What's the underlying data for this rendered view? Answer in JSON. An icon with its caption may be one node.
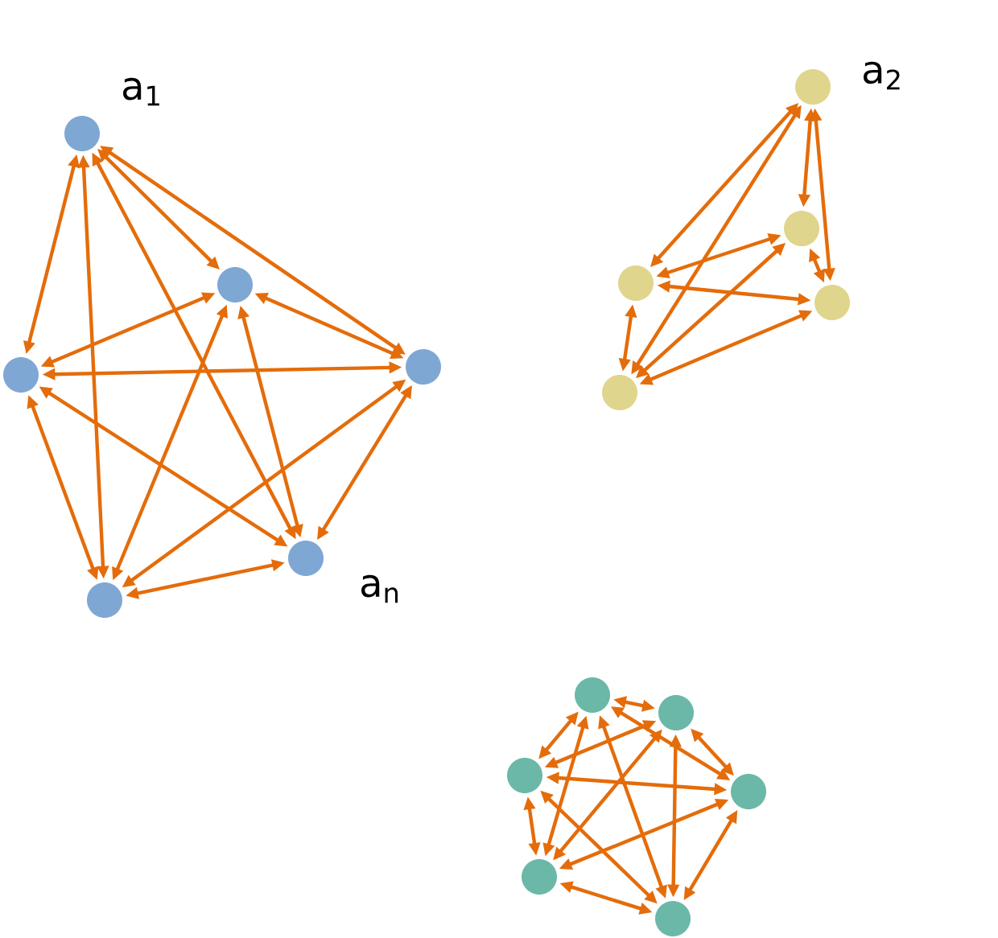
{
  "diagram": {
    "nodes": [
      {
        "text": [],
        "shape": "circle",
        "beside": [
          "a$_{1}$"
        ]
      },
      {
        "text": [],
        "shape": "circle"
      },
      {
        "text": [],
        "shape": "circle"
      },
      {
        "text": [],
        "shape": "circle"
      },
      {
        "text": [],
        "shape": "circle",
        "beside": [
          "a$_{n}$"
        ]
      },
      {
        "text": [],
        "shape": "circle"
      },
      {
        "text": [],
        "shape": "circle",
        "beside": [
          "a$_{2}$"
        ]
      },
      {
        "text": [],
        "shape": "circle"
      },
      {
        "text": [],
        "shape": "circle"
      },
      {
        "text": [],
        "shape": "circle"
      },
      {
        "text": [],
        "shape": "circle"
      },
      {
        "text": [],
        "shape": "circle"
      },
      {
        "text": [],
        "shape": "circle"
      },
      {
        "text": [],
        "shape": "circle"
      },
      {
        "text": [],
        "shape": "circle"
      },
      {
        "text": [],
        "shape": "circle"
      },
      {
        "text": [],
        "shape": "circle"
      }
    ],
    "edges": [
      {
        "from": 0,
        "to": 1,
        "arrow": "both"
      },
      {
        "from": 0,
        "to": 2,
        "arrow": "both"
      },
      {
        "from": 0,
        "to": 3,
        "arrow": "both"
      },
      {
        "from": 0,
        "to": 4,
        "arrow": "both"
      },
      {
        "from": 0,
        "to": 5,
        "arrow": "both"
      },
      {
        "from": 1,
        "to": 2,
        "arrow": "both"
      },
      {
        "from": 1,
        "to": 3,
        "arrow": "both"
      },
      {
        "from": 1,
        "to": 4,
        "arrow": "both"
      },
      {
        "from": 1,
        "to": 5,
        "arrow": "both"
      },
      {
        "from": 2,
        "to": 3,
        "arrow": "both"
      },
      {
        "from": 2,
        "to": 4,
        "arrow": "both"
      },
      {
        "from": 2,
        "to": 5,
        "arrow": "both"
      },
      {
        "from": 3,
        "to": 4,
        "arrow": "both"
      },
      {
        "from": 3,
        "to": 5,
        "arrow": "both"
      },
      {
        "from": 4,
        "to": 5,
        "arrow": "both"
      },
      {
        "from": 6,
        "to": 7,
        "arrow": "both"
      },
      {
        "from": 6,
        "to": 8,
        "arrow": "both"
      },
      {
        "from": 6,
        "to": 9,
        "arrow": "both"
      },
      {
        "from": 6,
        "to": 10,
        "arrow": "both"
      },
      {
        "from": 7,
        "to": 8,
        "arrow": "both"
      },
      {
        "from": 7,
        "to": 9,
        "arrow": "both"
      },
      {
        "from": 7,
        "to": 10,
        "arrow": "both"
      },
      {
        "from": 8,
        "to": 9,
        "arrow": "both"
      },
      {
        "from": 8,
        "to": 10,
        "arrow": "both"
      },
      {
        "from": 9,
        "to": 10,
        "arrow": "both"
      },
      {
        "from": 11,
        "to": 12,
        "arrow": "both"
      },
      {
        "from": 11,
        "to": 13,
        "arrow": "both"
      },
      {
        "from": 11,
        "to": 14,
        "arrow": "both"
      },
      {
        "from": 11,
        "to": 15,
        "arrow": "both"
      },
      {
        "from": 11,
        "to": 16,
        "arrow": "both"
      },
      {
        "from": 12,
        "to": 13,
        "arrow": "both"
      },
      {
        "from": 12,
        "to": 14,
        "arrow": "both"
      },
      {
        "from": 12,
        "to": 15,
        "arrow": "both"
      },
      {
        "from": 12,
        "to": 16,
        "arrow": "both"
      },
      {
        "from": 13,
        "to": 14,
        "arrow": "both"
      },
      {
        "from": 13,
        "to": 15,
        "arrow": "both"
      },
      {
        "from": 13,
        "to": 16,
        "arrow": "both"
      },
      {
        "from": 14,
        "to": 15,
        "arrow": "both"
      },
      {
        "from": 14,
        "to": 16,
        "arrow": "both"
      },
      {
        "from": 15,
        "to": 16,
        "arrow": "both"
      }
    ]
  }
}
